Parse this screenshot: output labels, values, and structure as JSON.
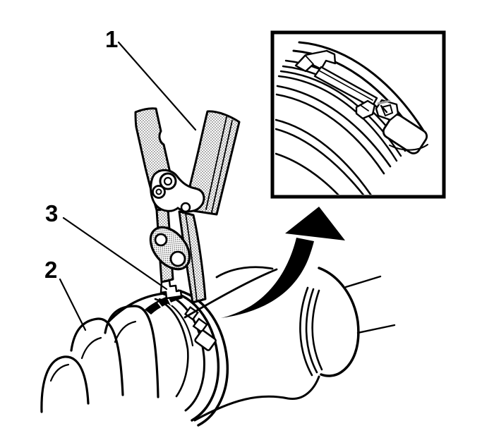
{
  "figure": {
    "background_color": "#ffffff",
    "line_color": "#000000",
    "callouts": {
      "label_1": "1",
      "label_2": "2",
      "label_3": "3"
    },
    "icons": {
      "detail_arrow": "curved-arrow-up-right",
      "detail_inset": "magnified-clamp-detail"
    }
  }
}
